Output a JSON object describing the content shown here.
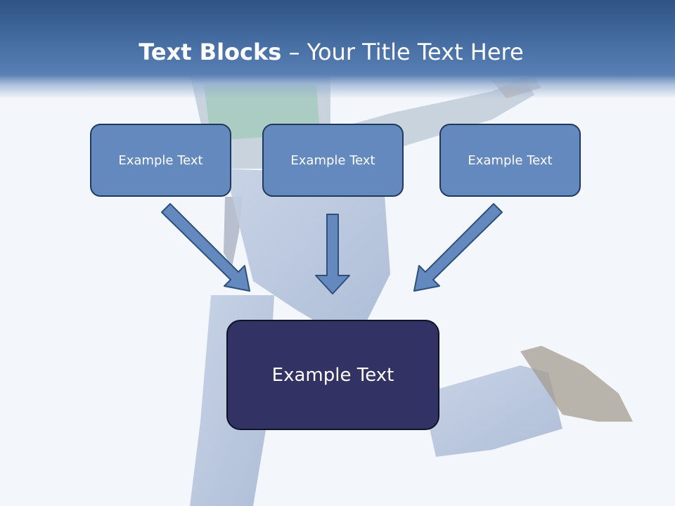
{
  "slide": {
    "title_bold": "Text Blocks",
    "title_dash": " – ",
    "title_rest": "Your Title Text Here",
    "blocks": [
      {
        "label": "Example Text"
      },
      {
        "label": "Example Text"
      },
      {
        "label": "Example Text"
      }
    ],
    "main_block": {
      "label": "Example Text"
    },
    "colors": {
      "header": "#3f669a",
      "block_fill": "#6389bf",
      "main_block_fill": "#333265",
      "arrow_fill": "#6389bf",
      "background": "#f3f6fb"
    }
  }
}
